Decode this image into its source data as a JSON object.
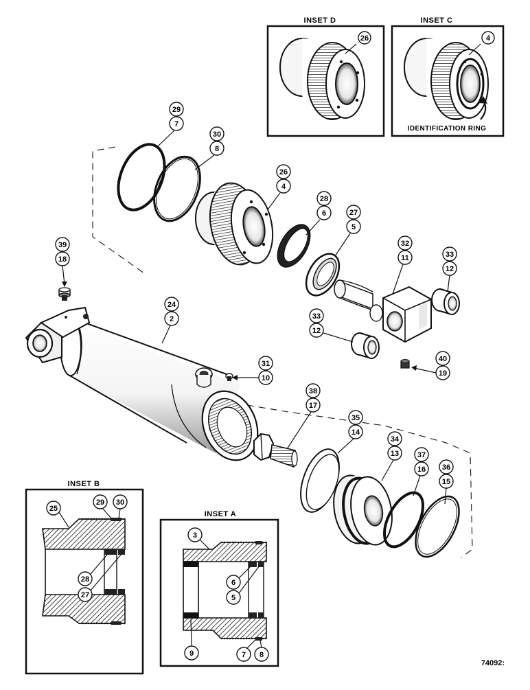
{
  "insets": {
    "d": {
      "title": "INSET D",
      "callout": "26"
    },
    "c": {
      "title": "INSET C",
      "callout": "4",
      "note": "IDENTIFICATION RING"
    },
    "b": {
      "title": "INSET B",
      "callouts": [
        "25",
        "29",
        "30",
        "28",
        "27"
      ]
    },
    "a": {
      "title": "INSET A",
      "callouts": [
        "3",
        "6",
        "5",
        "9",
        "7",
        "8"
      ]
    }
  },
  "callouts": [
    {
      "id": "29-7",
      "top": "29",
      "bottom": "7"
    },
    {
      "id": "30-8",
      "top": "30",
      "bottom": "8"
    },
    {
      "id": "26-4",
      "top": "26",
      "bottom": "4"
    },
    {
      "id": "28-6",
      "top": "28",
      "bottom": "6"
    },
    {
      "id": "27-5",
      "top": "27",
      "bottom": "5"
    },
    {
      "id": "32-11",
      "top": "32",
      "bottom": "11"
    },
    {
      "id": "33-12a",
      "top": "33",
      "bottom": "12"
    },
    {
      "id": "33-12b",
      "top": "33",
      "bottom": "12"
    },
    {
      "id": "39-18",
      "top": "39",
      "bottom": "18"
    },
    {
      "id": "24-2",
      "top": "24",
      "bottom": "2"
    },
    {
      "id": "31-10",
      "top": "31",
      "bottom": "10"
    },
    {
      "id": "40-19",
      "top": "40",
      "bottom": "19"
    },
    {
      "id": "38-17",
      "top": "38",
      "bottom": "17"
    },
    {
      "id": "35-14",
      "top": "35",
      "bottom": "14"
    },
    {
      "id": "34-13",
      "top": "34",
      "bottom": "13"
    },
    {
      "id": "37-16",
      "top": "37",
      "bottom": "16"
    },
    {
      "id": "36-15",
      "top": "36",
      "bottom": "15"
    }
  ],
  "figure_number": "74092:"
}
